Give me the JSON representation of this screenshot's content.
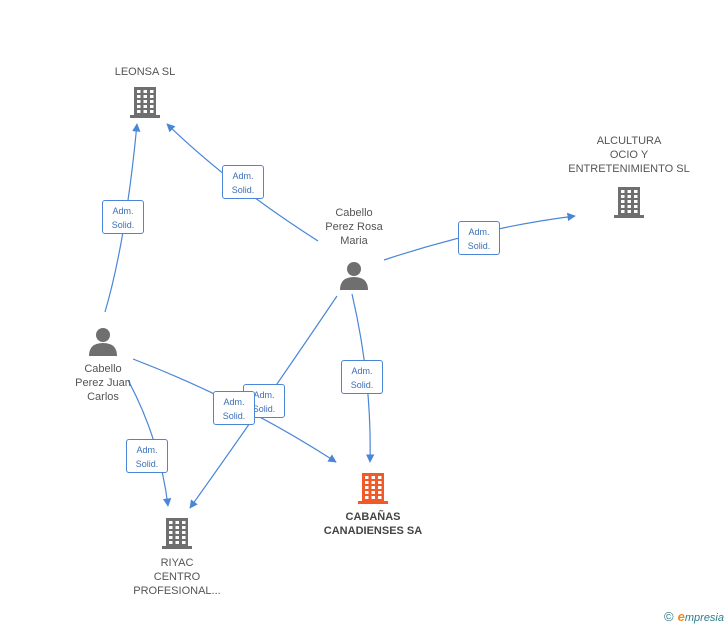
{
  "colors": {
    "edge": "#4a86d8",
    "node": "#6f6f6f",
    "focus": "#f05a28"
  },
  "nodes": [
    {
      "id": "leonsa",
      "type": "company",
      "label": "LEONSA SL"
    },
    {
      "id": "alcultura",
      "type": "company",
      "label": "ALCULTURA\nOCIO Y\nENTRETENIMIENTO SL"
    },
    {
      "id": "rosa",
      "type": "person",
      "label": "Cabello\nPerez Rosa\nMaria"
    },
    {
      "id": "juan",
      "type": "person",
      "label": "Cabello\nPerez Juan\nCarlos"
    },
    {
      "id": "cabanas",
      "type": "company",
      "focus": true,
      "label": "CABAÑAS\nCANADIENSES SA"
    },
    {
      "id": "riyac",
      "type": "company",
      "label": "RIYAC\nCENTRO\nPROFESIONAL..."
    }
  ],
  "edges": [
    {
      "from": "juan",
      "to": "leonsa",
      "line1": "Adm.",
      "line2": "Solid."
    },
    {
      "from": "rosa",
      "to": "leonsa",
      "line1": "Adm.",
      "line2": "Solid."
    },
    {
      "from": "rosa",
      "to": "alcultura",
      "line1": "Adm.",
      "line2": "Solid."
    },
    {
      "from": "rosa",
      "to": "cabanas",
      "line1": "Adm.",
      "line2": "Solid."
    },
    {
      "from": "rosa",
      "to": "riyac",
      "line1": "Adm.",
      "line2": "Solid."
    },
    {
      "from": "juan",
      "to": "cabanas",
      "line1": "Adm.",
      "line2": "Solid."
    },
    {
      "from": "juan",
      "to": "riyac",
      "line1": "Adm.",
      "line2": "Solid."
    }
  ],
  "footer": {
    "copyright": "©",
    "brand_first": "e",
    "brand_rest": "mpresia"
  }
}
